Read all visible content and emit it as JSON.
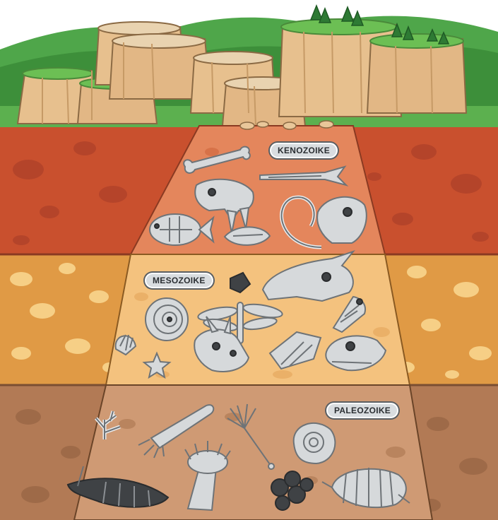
{
  "eras": [
    {
      "key": "kenozoike",
      "label": "KENOZOIKE",
      "color": "#c9502e"
    },
    {
      "key": "mesozoike",
      "label": "MESOZOIKE",
      "color": "#e09a45"
    },
    {
      "key": "paleozoike",
      "label": "PALEOZOIKE",
      "color": "#b27a55"
    }
  ],
  "colors": {
    "sky": "#ffffff",
    "hills": "#4fa64a",
    "cliff": "#e7c08e",
    "pit_top": "#e4865c",
    "pit_middle": "#f4c27e",
    "pit_bottom": "#cf9a74"
  },
  "fossils": {
    "kenozoike": [
      "bone",
      "fish-skeleton",
      "saber-tooth-skull",
      "fish",
      "shell",
      "mammoth-skull"
    ],
    "mesozoike": [
      "ammonite",
      "dragonfly",
      "dinosaur-skull",
      "triceratops-skull",
      "t-rex-skull",
      "scallop",
      "starfish",
      "crystal",
      "stone",
      "spiral-shell"
    ],
    "paleozoike": [
      "coral",
      "squid",
      "crinoid",
      "sea-anemone",
      "trilobite",
      "nautilus",
      "isopod",
      "rocks"
    ]
  }
}
